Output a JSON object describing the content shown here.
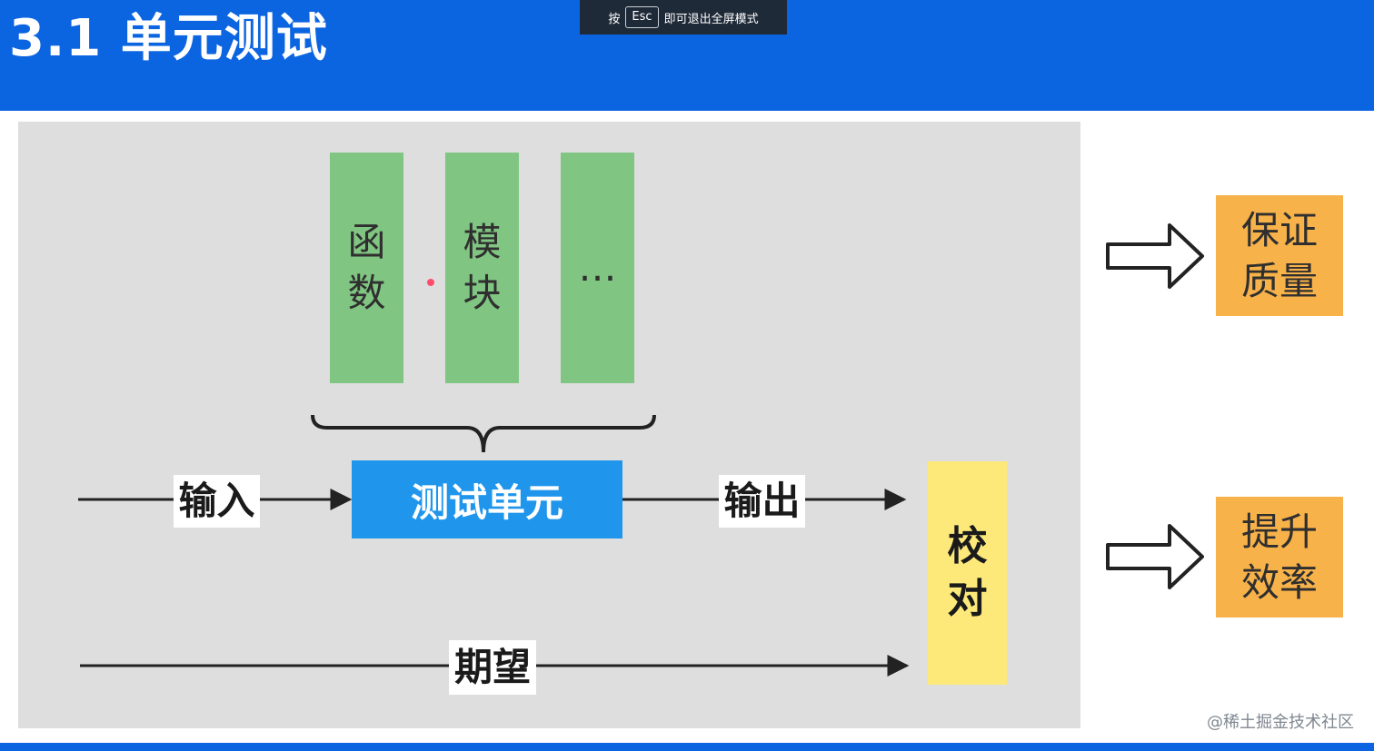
{
  "slide": {
    "title": "3.1 单元测试",
    "tip": {
      "prefix": "按",
      "key": "Esc",
      "suffix": "即可退出全屏模式"
    },
    "boxes": {
      "function": [
        "函",
        "数"
      ],
      "module": [
        "模",
        "块"
      ],
      "more": "…",
      "unit": "测试单元",
      "check": [
        "校",
        "对"
      ],
      "quality": [
        "保证",
        "质量"
      ],
      "efficiency": [
        "提升",
        "效率"
      ]
    },
    "labels": {
      "input": "输入",
      "output": "输出",
      "expect": "期望"
    },
    "watermark": "@稀土掘金技术社区"
  },
  "colors": {
    "header": "#0b64e0",
    "green": "#80c582",
    "blue": "#1f96ec",
    "yellow": "#fde97a",
    "orange": "#f8b24a",
    "panel": "#dedede"
  }
}
